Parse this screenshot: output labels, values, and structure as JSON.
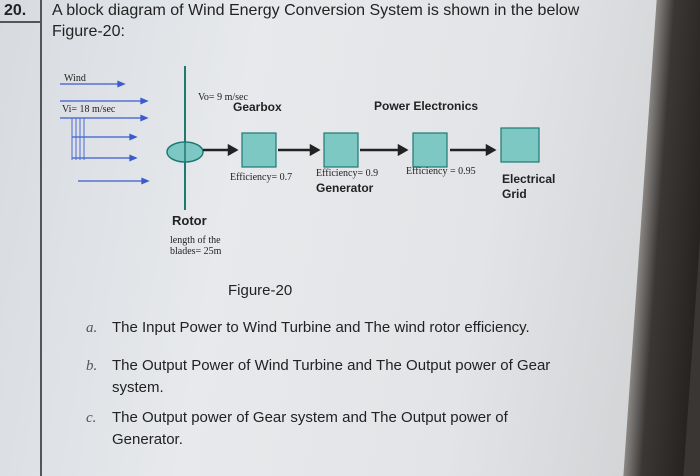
{
  "question": {
    "number": "20.",
    "title": "A block diagram of Wind Energy Conversion System is shown in the below",
    "subtitle": "Figure-20:"
  },
  "diagram": {
    "wind_label": "Wind",
    "vi_label": "Vi= 18 m/sec",
    "vo_label": "Vo= 9 m/sec",
    "gearbox_label": "Gearbox",
    "power_electronics_label": "Power Electronics",
    "efficiency_gearbox": "Efficiency= 0.7",
    "efficiency_generator": "Efficiency= 0.9",
    "efficiency_pe": "Efficiency = 0.95",
    "generator_label": "Generator",
    "electrical_grid_label": "Electrical Grid",
    "electrical_label": "Electrical",
    "grid_label": "Grid",
    "rotor_label": "Rotor",
    "blade_length_line1": "length of the",
    "blade_length_line2": "blades= 25m",
    "block_color": "#7ec8c4"
  },
  "figure_caption": "Figure-20",
  "items": [
    {
      "marker": "a.",
      "line1": "The Input Power to Wind Turbine and The wind rotor efficiency.",
      "line2": ""
    },
    {
      "marker": "b.",
      "line1": "The Output Power of Wind Turbine and The Output power of Gear",
      "line2": "system."
    },
    {
      "marker": "c.",
      "line1": "The Output power of Gear system and The Output power of",
      "line2": "Generator."
    }
  ]
}
